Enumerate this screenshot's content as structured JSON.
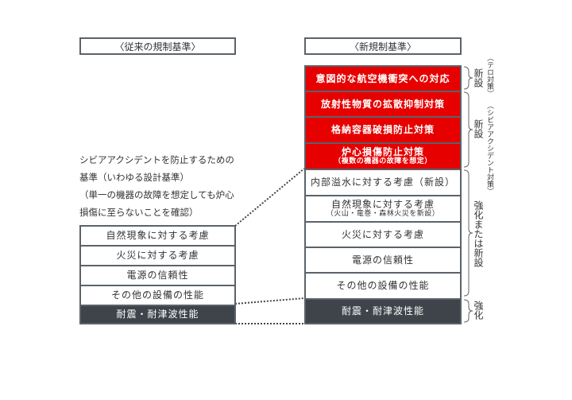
{
  "left": {
    "header": "〈従来の規制基準〉",
    "note": [
      "シビアアクシデントを防止するための",
      "基準（いわゆる設計基準）",
      "（単一の機器の故障を想定しても炉心",
      "損傷に至らないことを確認）"
    ],
    "rows": [
      "自然現象に対する考慮",
      "火災に対する考慮",
      "電源の信頼性",
      "その他の設備の性能",
      "耐震・耐津波性能"
    ]
  },
  "right": {
    "header": "〈新規制基準〉",
    "rows": [
      {
        "main": "意図的な航空機衝突への対応",
        "sub": ""
      },
      {
        "main": "放射性物質の拡散抑制対策",
        "sub": ""
      },
      {
        "main": "格納容器破損防止対策",
        "sub": ""
      },
      {
        "main": "炉心損傷防止対策",
        "sub": "（複数の機器の故障を想定）"
      },
      {
        "main": "内部溢水に対する考慮（新設）",
        "sub": ""
      },
      {
        "main": "自然現象に対する考慮",
        "sub": "（火山・竜巻・森林火災を新設）"
      },
      {
        "main": "火災に対する考慮",
        "sub": ""
      },
      {
        "main": "電源の信頼性",
        "sub": ""
      },
      {
        "main": "その他の設備の性能",
        "sub": ""
      },
      {
        "main": "耐震・耐津波性能",
        "sub": ""
      }
    ]
  },
  "brackets": {
    "terror_label": "新設",
    "terror_note": "（テロ対策）",
    "sa_label": "新設",
    "sa_note": "（シビアアクシデント対策）",
    "strengthen_or_new": "強化または新設",
    "strengthen": "強化"
  },
  "colors": {
    "red": "#e60000",
    "dark": "#3e4449",
    "border": "#5b636a"
  }
}
